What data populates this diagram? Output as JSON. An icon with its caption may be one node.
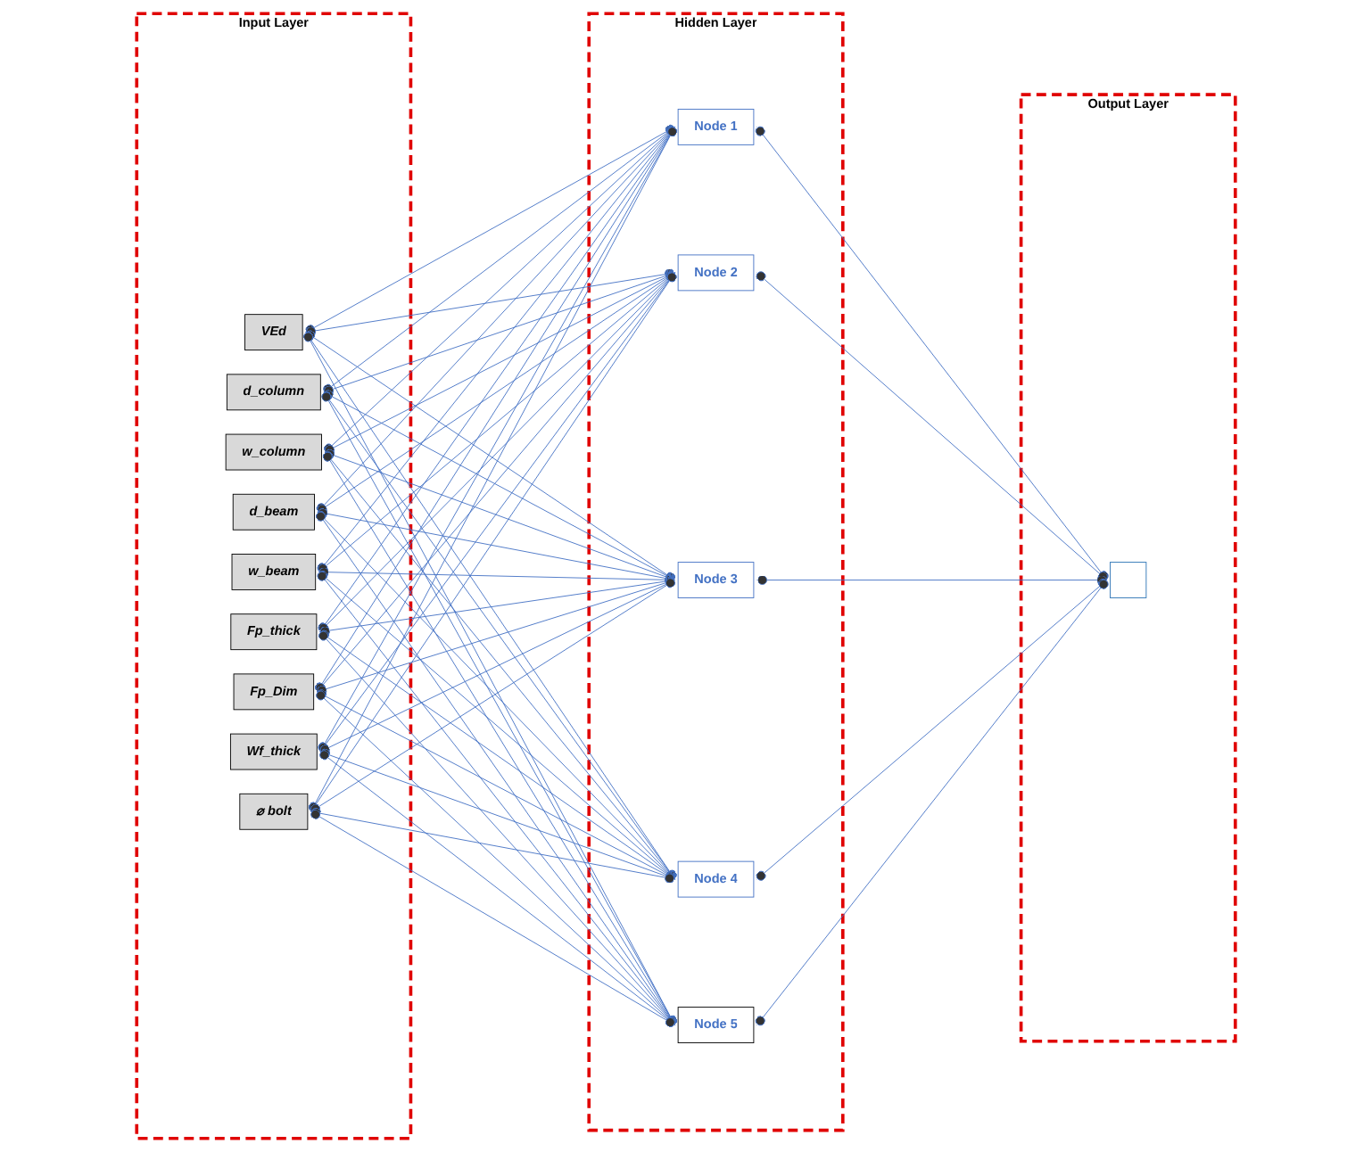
{
  "diagram": {
    "nodes": [
      {
        "text": [
          "Input Layer"
        ]
      },
      {
        "text": [
          "VEd"
        ],
        "in": 0
      },
      {
        "text": [
          "d_column"
        ],
        "in": 0
      },
      {
        "text": [
          "w_column"
        ],
        "in": 0
      },
      {
        "text": [
          "d_beam"
        ],
        "in": 0
      },
      {
        "text": [
          "w_beam"
        ],
        "in": 0
      },
      {
        "text": [
          "Fp_thick"
        ],
        "in": 0
      },
      {
        "text": [
          "Fp_Dim"
        ],
        "in": 0
      },
      {
        "text": [
          "Wf_thick"
        ],
        "in": 0
      },
      {
        "text": [
          "⌀ bolt"
        ],
        "in": 0
      },
      {
        "text": [
          "Hidden Layer"
        ]
      },
      {
        "text": [
          "Node 1"
        ],
        "in": 10
      },
      {
        "text": [
          "Node 2"
        ],
        "in": 10
      },
      {
        "text": [
          "Node 3"
        ],
        "in": 10
      },
      {
        "text": [
          "Node 4"
        ],
        "in": 10
      },
      {
        "text": [
          "Node 5"
        ],
        "in": 10
      },
      {
        "text": [
          "Output Layer"
        ]
      },
      {
        "text": [],
        "shape": "box",
        "in": 16
      }
    ],
    "edges": [
      {
        "from": 1,
        "to": 11,
        "arrow": "other"
      },
      {
        "from": 1,
        "to": 12,
        "arrow": "other"
      },
      {
        "from": 1,
        "to": 13,
        "arrow": "other"
      },
      {
        "from": 1,
        "to": 14,
        "arrow": "other"
      },
      {
        "from": 1,
        "to": 15,
        "arrow": "other"
      },
      {
        "from": 2,
        "to": 11,
        "arrow": "other"
      },
      {
        "from": 2,
        "to": 12,
        "arrow": "other"
      },
      {
        "from": 2,
        "to": 13,
        "arrow": "other"
      },
      {
        "from": 2,
        "to": 14,
        "arrow": "other"
      },
      {
        "from": 2,
        "to": 15,
        "arrow": "other"
      },
      {
        "from": 3,
        "to": 11,
        "arrow": "other"
      },
      {
        "from": 3,
        "to": 12,
        "arrow": "other"
      },
      {
        "from": 3,
        "to": 13,
        "arrow": "other"
      },
      {
        "from": 3,
        "to": 14,
        "arrow": "other"
      },
      {
        "from": 3,
        "to": 15,
        "arrow": "other"
      },
      {
        "from": 4,
        "to": 11,
        "arrow": "other"
      },
      {
        "from": 4,
        "to": 12,
        "arrow": "other"
      },
      {
        "from": 4,
        "to": 13,
        "arrow": "other"
      },
      {
        "from": 4,
        "to": 14,
        "arrow": "other"
      },
      {
        "from": 4,
        "to": 15,
        "arrow": "other"
      },
      {
        "from": 5,
        "to": 11,
        "arrow": "other"
      },
      {
        "from": 5,
        "to": 12,
        "arrow": "other"
      },
      {
        "from": 5,
        "to": 13,
        "arrow": "other"
      },
      {
        "from": 5,
        "to": 14,
        "arrow": "other"
      },
      {
        "from": 5,
        "to": 15,
        "arrow": "other"
      },
      {
        "from": 6,
        "to": 11,
        "arrow": "other"
      },
      {
        "from": 6,
        "to": 12,
        "arrow": "other"
      },
      {
        "from": 6,
        "to": 13,
        "arrow": "other"
      },
      {
        "from": 6,
        "to": 14,
        "arrow": "other"
      },
      {
        "from": 6,
        "to": 15,
        "arrow": "other"
      },
      {
        "from": 7,
        "to": 11,
        "arrow": "other"
      },
      {
        "from": 7,
        "to": 12,
        "arrow": "other"
      },
      {
        "from": 7,
        "to": 13,
        "arrow": "other"
      },
      {
        "from": 7,
        "to": 14,
        "arrow": "other"
      },
      {
        "from": 7,
        "to": 15,
        "arrow": "other"
      },
      {
        "from": 8,
        "to": 11,
        "arrow": "other"
      },
      {
        "from": 8,
        "to": 12,
        "arrow": "other"
      },
      {
        "from": 8,
        "to": 13,
        "arrow": "other"
      },
      {
        "from": 8,
        "to": 14,
        "arrow": "other"
      },
      {
        "from": 8,
        "to": 15,
        "arrow": "other"
      },
      {
        "from": 9,
        "to": 11,
        "arrow": "other"
      },
      {
        "from": 9,
        "to": 12,
        "arrow": "other"
      },
      {
        "from": 9,
        "to": 13,
        "arrow": "other"
      },
      {
        "from": 9,
        "to": 14,
        "arrow": "other"
      },
      {
        "from": 9,
        "to": 15,
        "arrow": "other"
      },
      {
        "from": 11,
        "to": 17,
        "arrow": "other"
      },
      {
        "from": 12,
        "to": 17,
        "arrow": "other"
      },
      {
        "from": 13,
        "to": 17,
        "arrow": "other"
      },
      {
        "from": 14,
        "to": 17,
        "arrow": "other"
      },
      {
        "from": 15,
        "to": 17,
        "arrow": "other"
      }
    ]
  }
}
